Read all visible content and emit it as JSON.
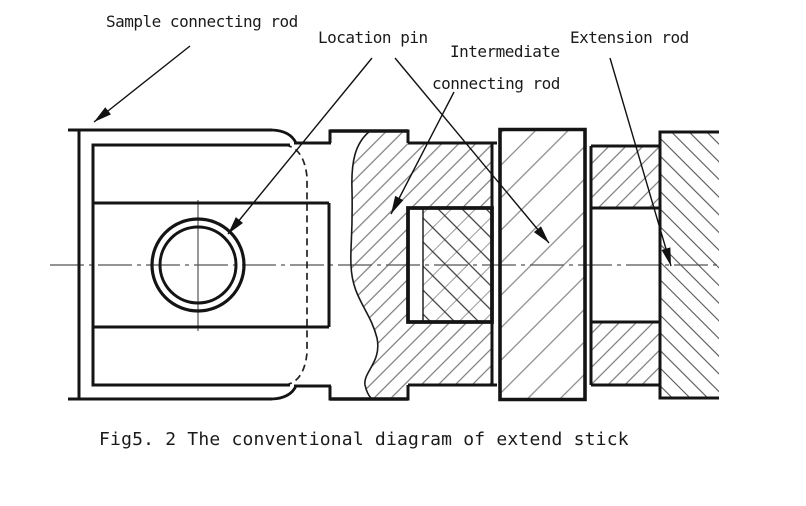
{
  "figure": {
    "caption": "Fig5. 2 The conventional diagram of extend stick",
    "labels": {
      "sample": "Sample connecting rod",
      "location_pin": "Location pin",
      "intermediate_line1": "Intermediate",
      "intermediate_line2": "connecting rod",
      "extension": "Extension rod"
    },
    "colors": {
      "outline": "#141414",
      "hatch_light": "#7a7a7a",
      "hatch_dark": "#3a3a3a",
      "centerline": "#555555",
      "background": "#ffffff"
    }
  }
}
